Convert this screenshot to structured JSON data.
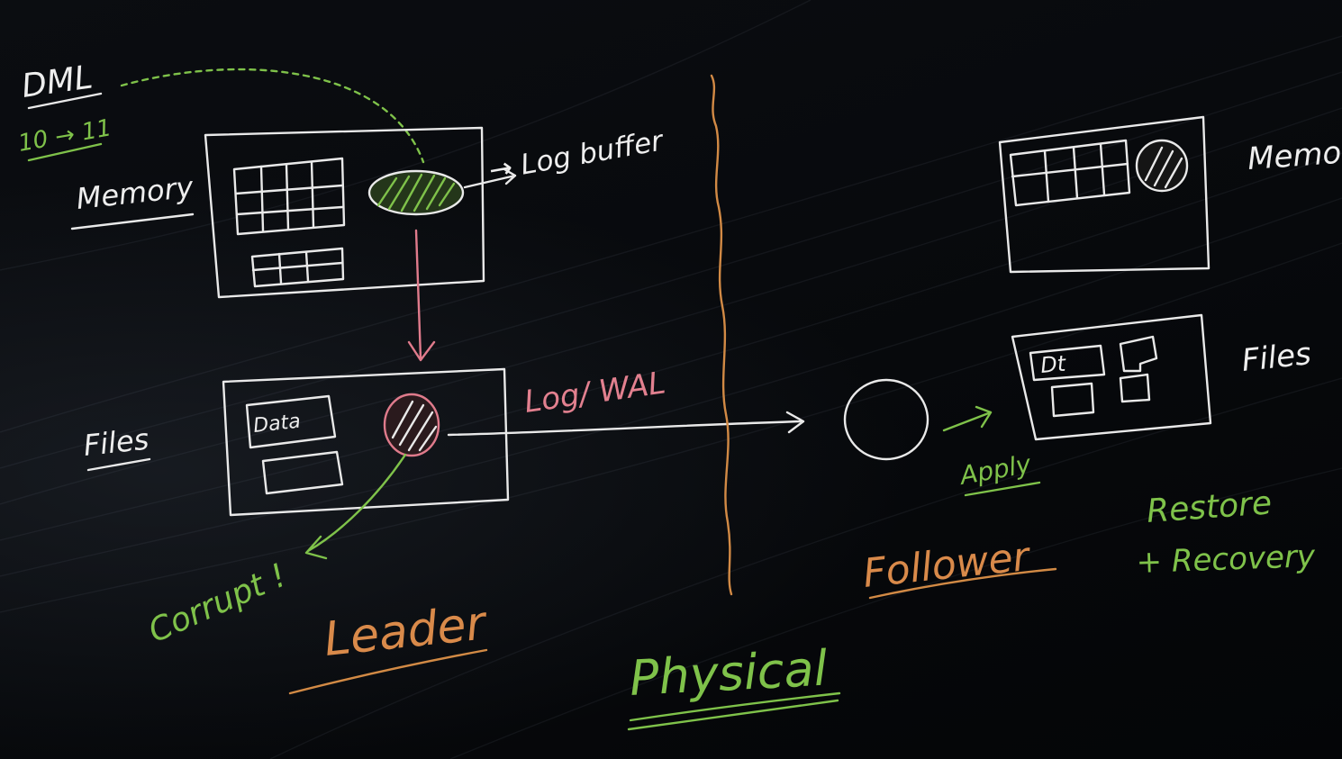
{
  "labels": {
    "dml": "DML",
    "version": "10 → 11",
    "memory_left": "Memory",
    "log_buffer": "→ Log buffer",
    "files_left": "Files",
    "data_box": "Data",
    "log_wal": "Log/ WAL",
    "corrupt": "Corrupt !",
    "leader": "Leader",
    "physical": "Physical",
    "follower": "Follower",
    "apply": "Apply",
    "memory_right": "Memo",
    "files_right": "Files",
    "dt_box": "Dt",
    "restore": "Restore",
    "recovery": "+ Recovery"
  },
  "colors": {
    "background": "#05070a",
    "chalk_white": "#e9e9e9",
    "green": "#7fc24a",
    "pink": "#e07b8c",
    "orange": "#d28a45"
  }
}
